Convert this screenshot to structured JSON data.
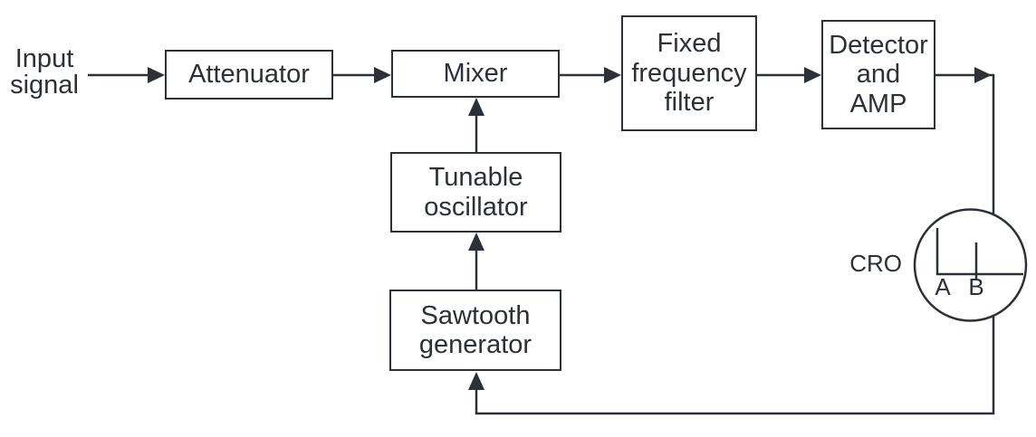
{
  "diagram": {
    "input_label": "Input\nsignal",
    "nodes": {
      "attenuator": {
        "label": "Attenuator"
      },
      "mixer": {
        "label": "Mixer"
      },
      "fixed_frequency_filter": {
        "label": "Fixed\nfrequency\nfilter"
      },
      "detector_and_amp": {
        "label": "Detector\nand\nAMP"
      },
      "tunable_oscillator": {
        "label": "Tunable\noscillator"
      },
      "sawtooth_generator": {
        "label": "Sawtooth\ngenerator"
      }
    },
    "cro": {
      "label": "CRO",
      "display_markers": {
        "a": "A",
        "b": "B"
      }
    },
    "colors": {
      "line": "#2c3038",
      "text": "#2c3038",
      "background": "#ffffff"
    }
  }
}
